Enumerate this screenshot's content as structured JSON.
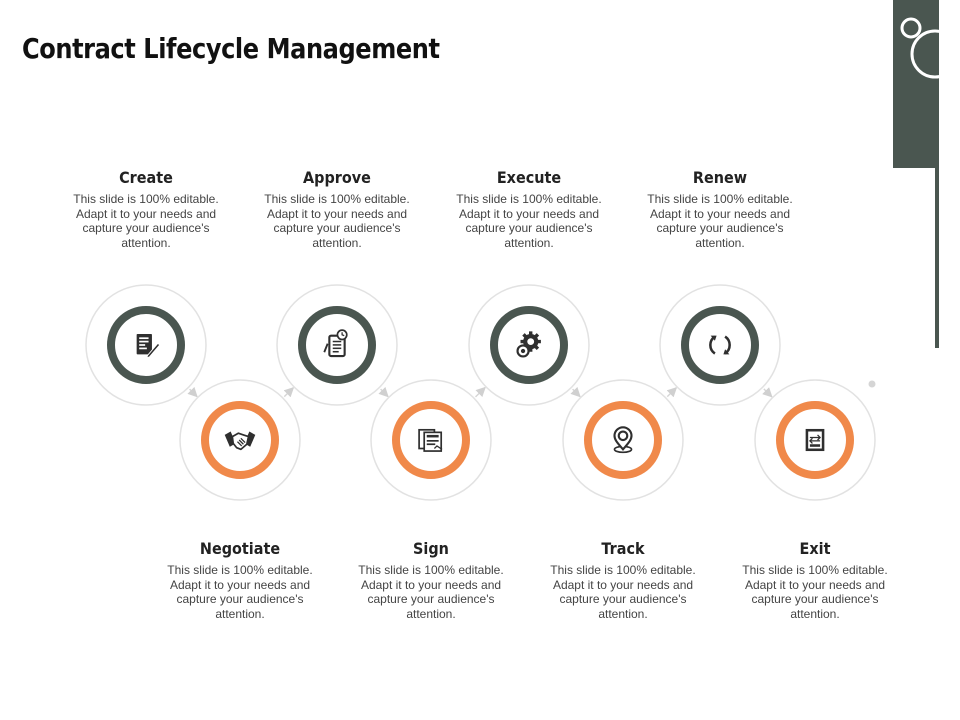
{
  "title": "Contract Lifecycle Management",
  "colors": {
    "dark": "#4a5650",
    "accent": "#f0894a",
    "ring": "#e2e2e2",
    "arrow": "#d5d5d5"
  },
  "steps": [
    {
      "label": "Create",
      "text": "This slide is 100% editable. Adapt it to your needs and capture your audience's attention.",
      "icon": "document-pen-icon",
      "row": "top"
    },
    {
      "label": "Negotiate",
      "text": "This slide is 100% editable. Adapt it to your needs and capture your audience's attention.",
      "icon": "handshake-icon",
      "row": "bottom"
    },
    {
      "label": "Approve",
      "text": "This slide is 100% editable. Adapt it to your needs and capture your audience's attention.",
      "icon": "clipboard-clock-icon",
      "row": "top"
    },
    {
      "label": "Sign",
      "text": "This slide is 100% editable. Adapt it to your needs and capture your audience's attention.",
      "icon": "signed-documents-icon",
      "row": "bottom"
    },
    {
      "label": "Execute",
      "text": "This slide is 100% editable. Adapt it to your needs and capture your audience's attention.",
      "icon": "gears-icon",
      "row": "top"
    },
    {
      "label": "Track",
      "text": "This slide is 100% editable. Adapt it to your needs and capture your audience's attention.",
      "icon": "location-pin-icon",
      "row": "bottom"
    },
    {
      "label": "Renew",
      "text": "This slide is 100% editable. Adapt it to your needs and capture your audience's attention.",
      "icon": "refresh-arrows-icon",
      "row": "top"
    },
    {
      "label": "Exit",
      "text": "This slide is 100% editable. Adapt it to your needs and capture your audience's attention.",
      "icon": "exit-sign-icon",
      "row": "bottom"
    }
  ]
}
